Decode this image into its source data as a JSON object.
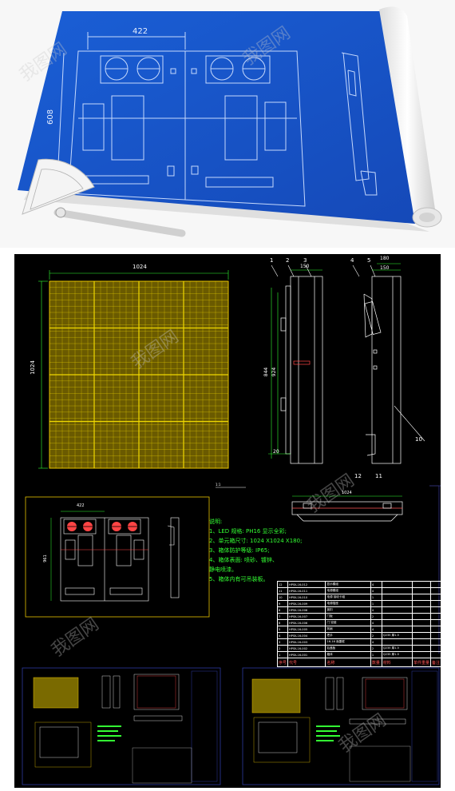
{
  "blueprint": {
    "dim_width": "422",
    "dim_height": "608"
  },
  "cad": {
    "front_width": "1024",
    "front_height": "1024",
    "side_dims": [
      "150",
      "180",
      "150"
    ],
    "side_heights": [
      "844",
      "924"
    ],
    "side_small": "20",
    "bottom_width": "1024",
    "top_numbers": [
      "1",
      "2",
      "3",
      "4",
      "5"
    ],
    "callout_10": "10",
    "callout_12": "12",
    "callout_11": "11",
    "inner_dim_width": "422",
    "inner_dim_height": "961"
  },
  "notes": {
    "title": "说明:",
    "lines": [
      "1、LED 规格: PH16 显示全彩;",
      "2、单元箱尺寸: 1024 X1024 X180;",
      "3、箱体防护等级: IP65;",
      "4、箱体表面: 喷砂、镀锌、",
      "   静电喷漆。",
      "5、箱体内有可吊装板。"
    ]
  },
  "bom": {
    "rows": [
      [
        "12",
        "HPSK-16-012",
        "显示模组",
        "4",
        ""
      ],
      [
        "11",
        "HPSK-16-011",
        "电源模组",
        "4",
        ""
      ],
      [
        "10",
        "HPSK-16-010",
        "电源 接收卡组",
        "1",
        ""
      ],
      [
        "9",
        "HPSK-16-009",
        "电源插座",
        "1",
        ""
      ],
      [
        "8",
        "HPSK-16-008",
        "锁扣",
        "4",
        ""
      ],
      [
        "7",
        "HPSK-16-007",
        "门板",
        "2",
        ""
      ],
      [
        "6",
        "HPSK-16-006",
        "门 铰链",
        "4",
        ""
      ],
      [
        "5",
        "HPSK-16-005",
        "风扇",
        "4",
        ""
      ],
      [
        "4",
        "HPSK-16-004",
        "把手",
        "2",
        "Q235 厚1.5"
      ],
      [
        "3",
        "HPSK-16-003",
        "16-16 面罩框",
        "4",
        ""
      ],
      [
        "2",
        "HPSK-16-002",
        "后盖板",
        "2",
        "Q235 厚1.5"
      ],
      [
        "1",
        "HPSK-16-001",
        "箱体",
        "1",
        "Q235 厚1.5"
      ]
    ],
    "header": [
      "序号",
      "代号",
      "名称",
      "数量",
      "材料",
      "单件重量",
      "备注"
    ]
  },
  "watermark": "我图网"
}
